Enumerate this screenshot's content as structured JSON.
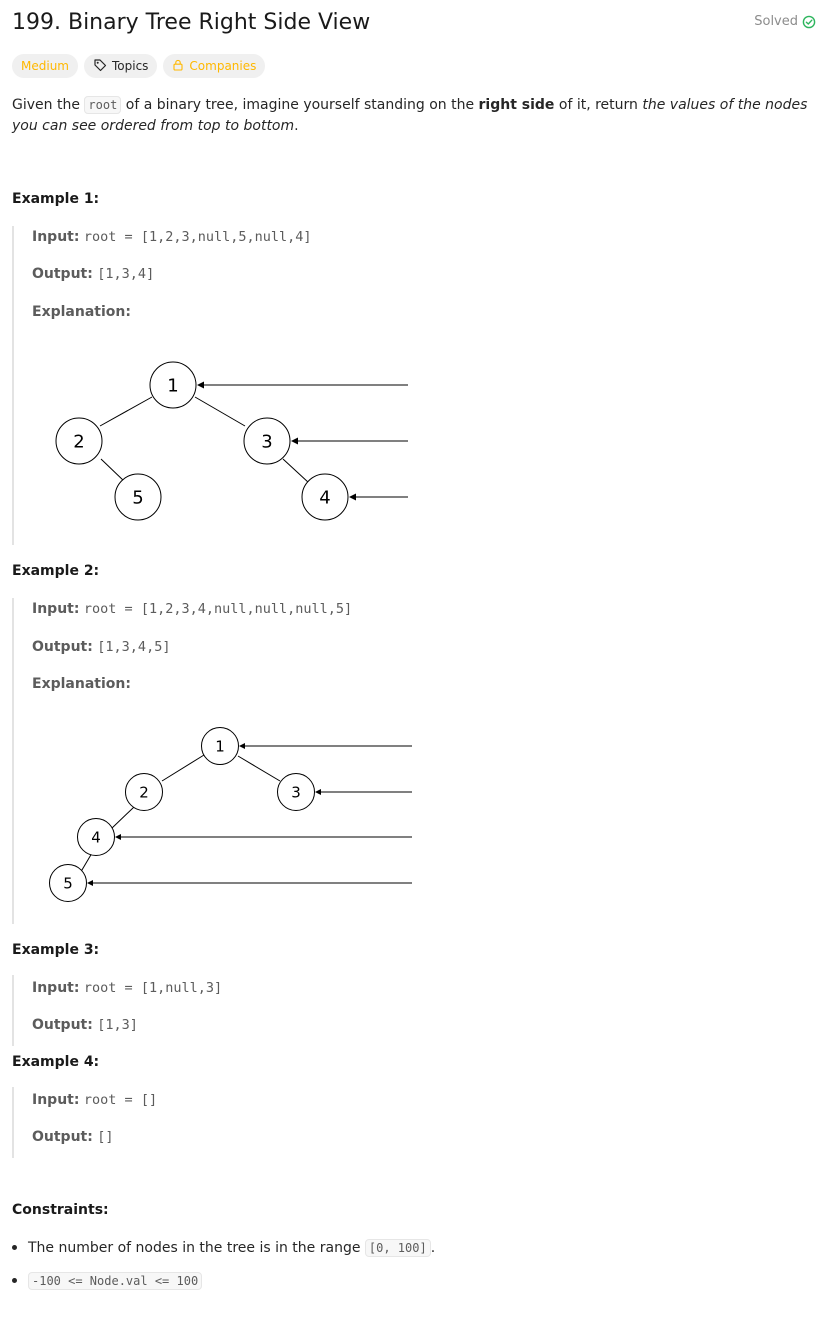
{
  "problem": {
    "title": "199. Binary Tree Right Side View",
    "status": "Solved"
  },
  "tags": {
    "difficulty": "Medium",
    "topics": "Topics",
    "companies": "Companies"
  },
  "description": {
    "part1": "Given the ",
    "code": "root",
    "part2": " of a binary tree, imagine yourself standing on the ",
    "bold": "right side",
    "part3": " of it, return ",
    "italic": "the values of the nodes you can see ordered from top to bottom",
    "end": "."
  },
  "labels": {
    "input": "Input:",
    "output": "Output:",
    "explanation": "Explanation:"
  },
  "examples": [
    {
      "title": "Example 1:",
      "input": "root = [1,2,3,null,5,null,4]",
      "output": "[1,3,4]",
      "nodes": [
        "1",
        "2",
        "3",
        "5",
        "4"
      ]
    },
    {
      "title": "Example 2:",
      "input": "root = [1,2,3,4,null,null,null,5]",
      "output": "[1,3,4,5]",
      "nodes": [
        "1",
        "2",
        "3",
        "4",
        "5"
      ]
    },
    {
      "title": "Example 3:",
      "input": "root = [1,null,3]",
      "output": "[1,3]"
    },
    {
      "title": "Example 4:",
      "input": "root = []",
      "output": "[]"
    }
  ],
  "constraints": {
    "title": "Constraints:",
    "c1_text": "The number of nodes in the tree is in the range ",
    "c1_code": "[0, 100]",
    "c1_end": ".",
    "c2_code": "-100 <= Node.val <= 100"
  },
  "colors": {
    "difficulty": "#ffb800",
    "solved_check": "#2db55d"
  }
}
